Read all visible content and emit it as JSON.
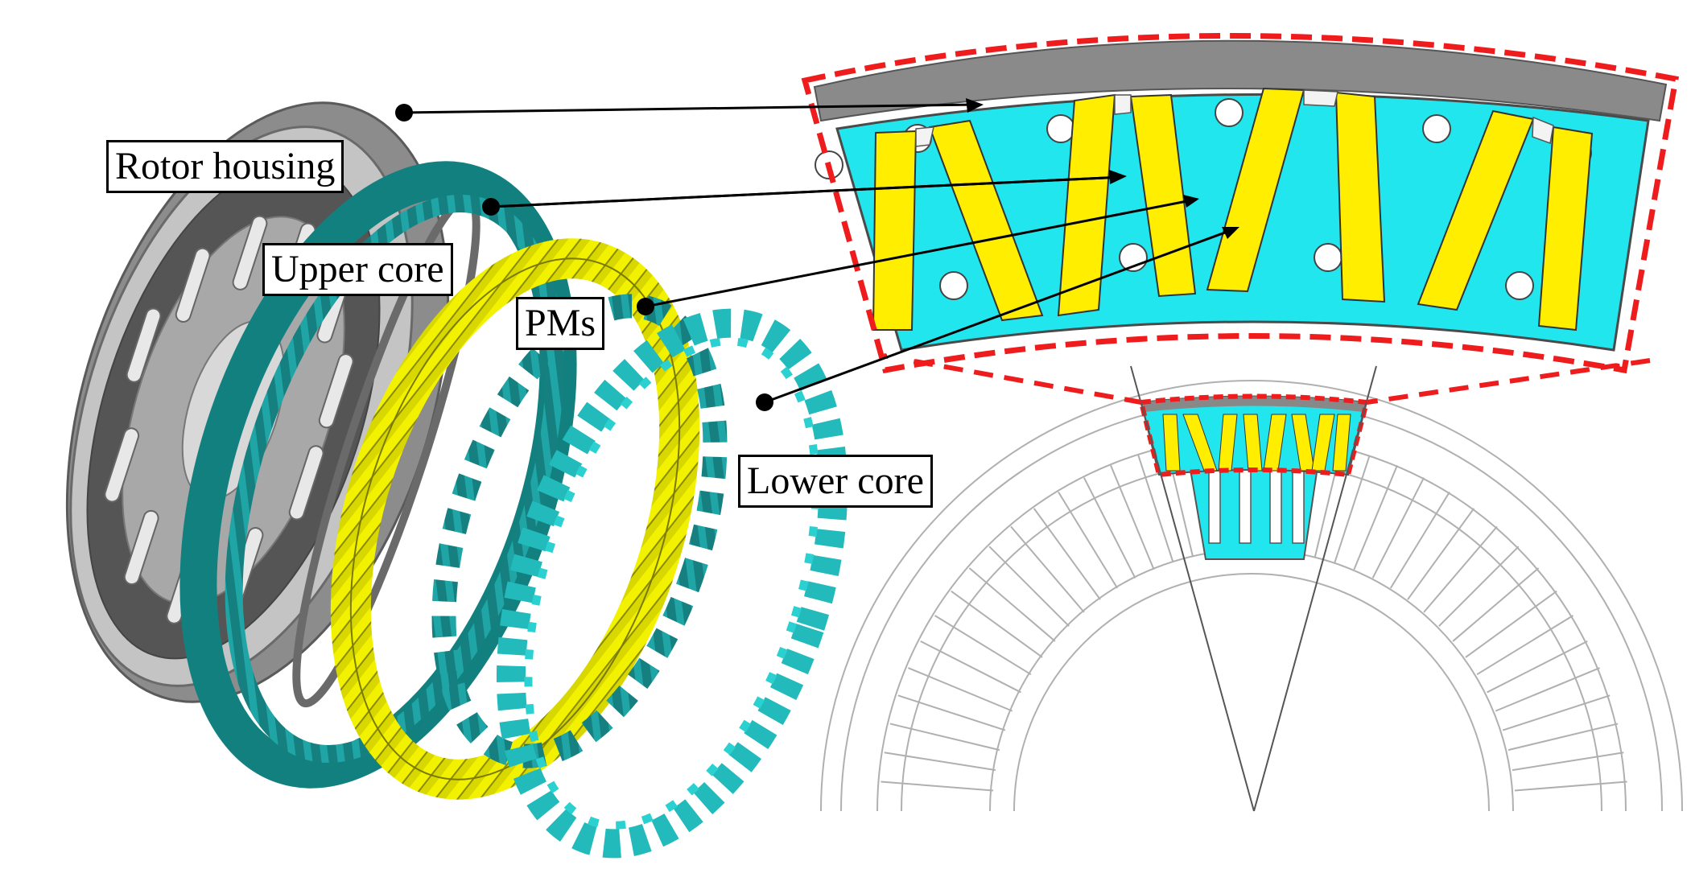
{
  "labels": {
    "rotor_housing": "Rotor housing",
    "upper_core": "Upper core",
    "pms": "PMs",
    "lower_core": "Lower core"
  },
  "colors": {
    "housing_grey": "#9a9a9a",
    "upper_core_teal": "#1a8a8a",
    "pm_yellow": "#e6e600",
    "lower_core_cyan": "#33cccc",
    "core_fill_cyan": "#22e6ee",
    "magnet_yellow": "#ffee00",
    "zoom_border_red": "#ee1c1c",
    "stator_outline_grey": "#b0b0b0"
  }
}
